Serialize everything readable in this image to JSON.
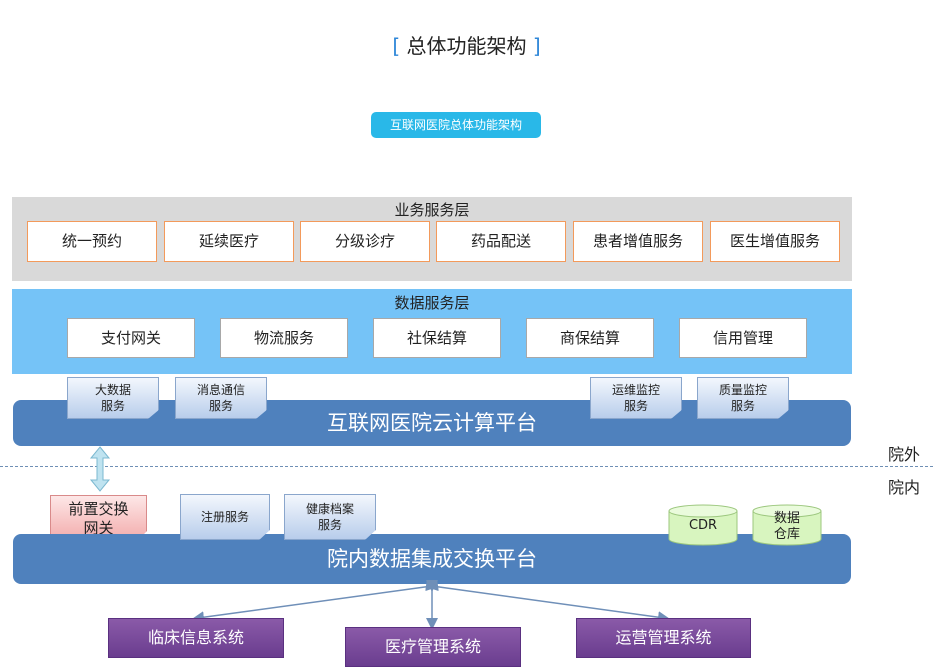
{
  "page_title": "总体功能架构",
  "bracket_open": "[",
  "bracket_close": "]",
  "pill_label": "互联网医院总体功能架构",
  "business_layer": {
    "title": "业务服务层",
    "items": [
      "统一预约",
      "延续医疗",
      "分级诊疗",
      "药品配送",
      "患者增值服务",
      "医生增值服务"
    ]
  },
  "data_layer": {
    "title": "数据服务层",
    "items": [
      "支付网关",
      "物流服务",
      "社保结算",
      "商保结算",
      "信用管理"
    ]
  },
  "cloud_platform": {
    "label": "互联网医院云计算平台",
    "tabs": [
      {
        "line1": "大数据",
        "line2": "服务"
      },
      {
        "line1": "消息通信",
        "line2": "服务"
      },
      {
        "line1": "运维监控",
        "line2": "服务"
      },
      {
        "line1": "质量监控",
        "line2": "服务"
      }
    ]
  },
  "zone_labels": {
    "outside": "院外",
    "inside": "院内"
  },
  "gateway": {
    "line1": "前置交换",
    "line2": "网关"
  },
  "intranet_platform": {
    "label": "院内数据集成交换平台",
    "tabs": [
      {
        "line1": "注册服务",
        "line2": ""
      },
      {
        "line1": "健康档案",
        "line2": "服务"
      }
    ],
    "stores": [
      {
        "line1": "CDR",
        "line2": ""
      },
      {
        "line1": "数据",
        "line2": "仓库"
      }
    ]
  },
  "systems": [
    "临床信息系统",
    "医疗管理系统",
    "运营管理系统"
  ],
  "colors": {
    "accent_blue": "#2f87d8",
    "pill": "#29b8e8",
    "business_bg": "#d9d9d9",
    "business_border": "#f39a5b",
    "data_bg": "#75c3f7",
    "platform": "#4f81bd",
    "gateway": "#f2a9a9",
    "store": "#d8f5bf",
    "system": "#6a3d8f"
  }
}
